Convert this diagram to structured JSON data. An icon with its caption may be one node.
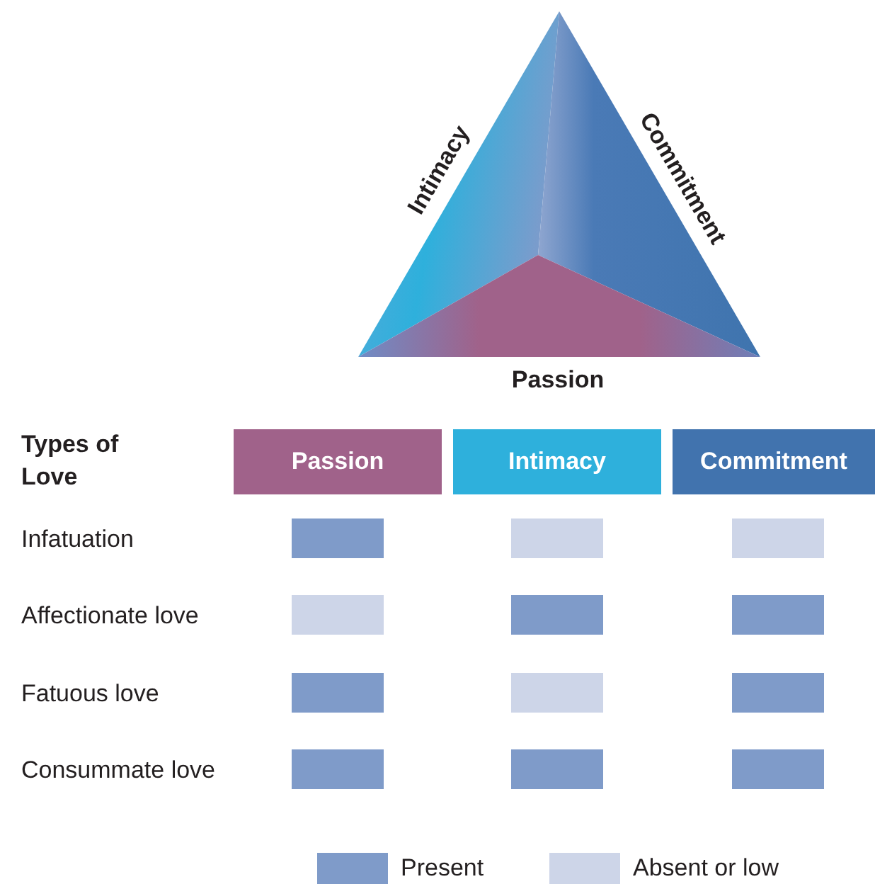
{
  "diagram": {
    "nodes": [
      {
        "text": [
          "Passion"
        ]
      },
      {
        "text": [
          "Intimacy"
        ]
      },
      {
        "text": [
          "Commitment"
        ]
      },
      {
        "text": [],
        "shape": "box"
      },
      {
        "text": [],
        "shape": "box"
      },
      {
        "text": [],
        "shape": "box"
      },
      {
        "text": [],
        "shape": "box"
      },
      {
        "text": [],
        "shape": "box"
      },
      {
        "text": [],
        "shape": "box"
      },
      {
        "text": [],
        "shape": "box"
      },
      {
        "text": [],
        "shape": "box"
      },
      {
        "text": [],
        "shape": "box"
      },
      {
        "text": [],
        "shape": "box"
      },
      {
        "text": [],
        "shape": "box"
      },
      {
        "text": [],
        "shape": "box"
      }
    ],
    "labels": [
      "Intimacy",
      "Commitment",
      "Passion",
      "Types of Love",
      "Infatuation",
      "Affectionate love",
      "Fatuous love",
      "Consummate love"
    ],
    "legend": [
      {
        "text": "Present",
        "color": "#7f9bc9"
      },
      {
        "text": "Absent or low",
        "color": "#cdd5e8"
      }
    ]
  }
}
